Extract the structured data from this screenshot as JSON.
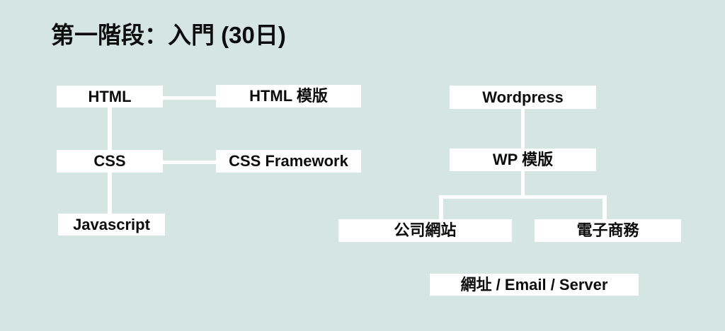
{
  "title": "第一階段：入門 (30日)",
  "colors": {
    "background": "#d5e6e2",
    "node_fill": "#ffffff",
    "node_text": "#0d0d0d",
    "connector": "#ffffff"
  },
  "nodes": {
    "html": {
      "label": "HTML"
    },
    "html_template": {
      "label": "HTML 模版"
    },
    "css": {
      "label": "CSS"
    },
    "css_framework": {
      "label": "CSS Framework"
    },
    "javascript": {
      "label": "Javascript"
    },
    "wordpress": {
      "label": "Wordpress"
    },
    "wp_template": {
      "label": "WP 模版"
    },
    "company_site": {
      "label": "公司網站"
    },
    "ecommerce": {
      "label": "電子商務"
    },
    "domain_email_server": {
      "label": "網址 / Email / Server"
    }
  },
  "edges": [
    {
      "from": "html",
      "to": "html_template"
    },
    {
      "from": "html",
      "to": "css"
    },
    {
      "from": "css",
      "to": "css_framework"
    },
    {
      "from": "css",
      "to": "javascript"
    },
    {
      "from": "wordpress",
      "to": "wp_template"
    },
    {
      "from": "wp_template",
      "to": "company_site"
    },
    {
      "from": "wp_template",
      "to": "ecommerce"
    }
  ]
}
